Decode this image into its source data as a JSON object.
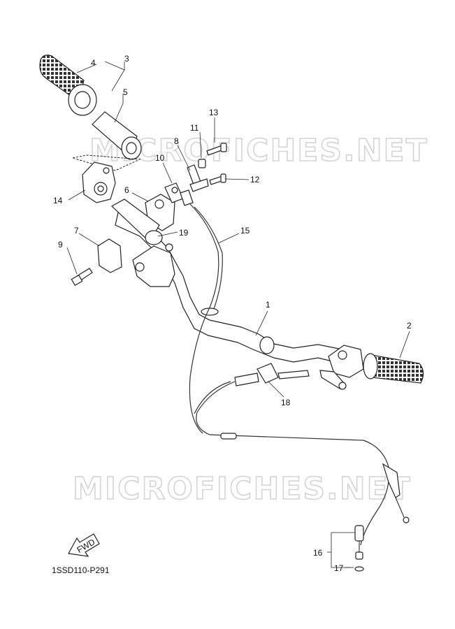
{
  "diagram": {
    "code": "1SSD110-P291",
    "watermark": "MICROFICHES.NET",
    "fwd_label": "FWD",
    "callouts": {
      "c1": "1",
      "c2": "2",
      "c3": "3",
      "c4": "4",
      "c5": "5",
      "c6": "6",
      "c7": "7",
      "c8": "8",
      "c9": "9",
      "c10": "10",
      "c11": "11",
      "c12": "12",
      "c13": "13",
      "c14": "14",
      "c15": "15",
      "c16": "16",
      "c17": "17",
      "c18": "18",
      "c19": "19"
    }
  }
}
